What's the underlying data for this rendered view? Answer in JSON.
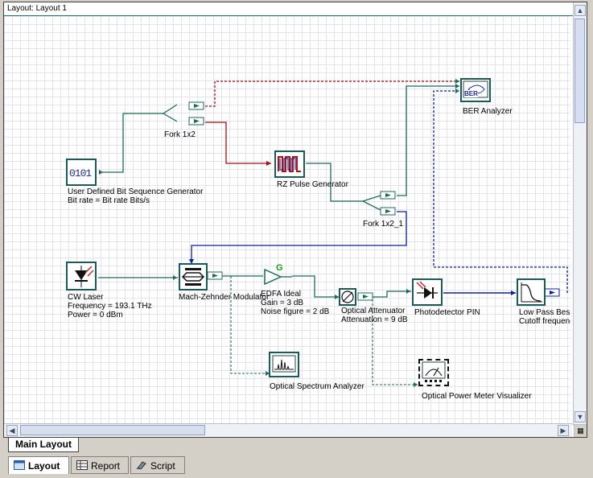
{
  "window": {
    "title": "Layout: Layout 1"
  },
  "components": {
    "bit_seq_gen": {
      "symbol": "0101",
      "name": "User Defined Bit Sequence Generator",
      "param": "Bit rate = Bit rate  Bits/s"
    },
    "fork1": {
      "name": "Fork 1x2"
    },
    "rz_pulse": {
      "name": "RZ Pulse Generator"
    },
    "fork2": {
      "name": "Fork 1x2_1"
    },
    "ber": {
      "symbol": "BER",
      "name": "BER Analyzer"
    },
    "cw_laser": {
      "name": "CW Laser",
      "param1": "Frequency = 193.1  THz",
      "param2": "Power = 0  dBm"
    },
    "mzm": {
      "name": "Mach-Zehnder Modulator"
    },
    "edfa": {
      "symbol": "G",
      "name": "EDFA Ideal",
      "param1": "Gain = 3  dB",
      "param2": "Noise figure = 2  dB"
    },
    "attenuator": {
      "name": "Optical Attenuator",
      "param": "Attenuation = 9  dB"
    },
    "photodetector": {
      "name": "Photodetector PIN"
    },
    "lpf": {
      "name": "Low Pass Bessel",
      "param": "Cutoff frequency"
    },
    "osa": {
      "name": "Optical Spectrum Analyzer"
    },
    "opm": {
      "name": "Optical Power Meter Visualizer"
    }
  },
  "sheet_tab": {
    "label": "Main Layout"
  },
  "bottom_tabs": [
    {
      "label": "Layout",
      "icon": "layout-icon",
      "active": true
    },
    {
      "label": "Report",
      "icon": "report-icon",
      "active": false
    },
    {
      "label": "Script",
      "icon": "script-icon",
      "active": false
    }
  ],
  "colors": {
    "optical": "#1c6a5a",
    "electrical": "#0b1fa8",
    "pulse": "#a01010",
    "monitor": "#1c6a5a"
  }
}
